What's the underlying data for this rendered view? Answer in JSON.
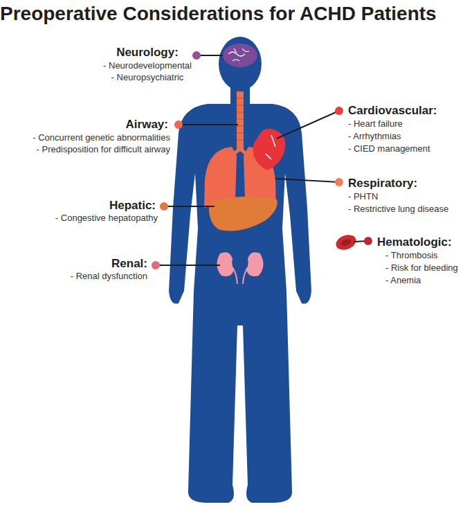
{
  "diagram": {
    "title": "Preoperative Considerations for ACHD Patients",
    "labels": [
      "Neurology:",
      "- Neurodevelopmental",
      "- Neuropsychiatric",
      "Airway:",
      "- Concurrent genetic abnormalities",
      "- Predisposition for difficult airway",
      "Cardiovascular:",
      "- Heart failure",
      "- Arrhythmias",
      "- CIED management",
      "Respiratory:",
      "- PHTN",
      "- Restrictive lung disease",
      "Hepatic:",
      "- Congestive hepatopathy",
      "Hematologic:",
      "- Thrombosis",
      "- Risk for bleeding",
      "- Anemia",
      "Renal:",
      "- Renal dysfunction"
    ]
  }
}
